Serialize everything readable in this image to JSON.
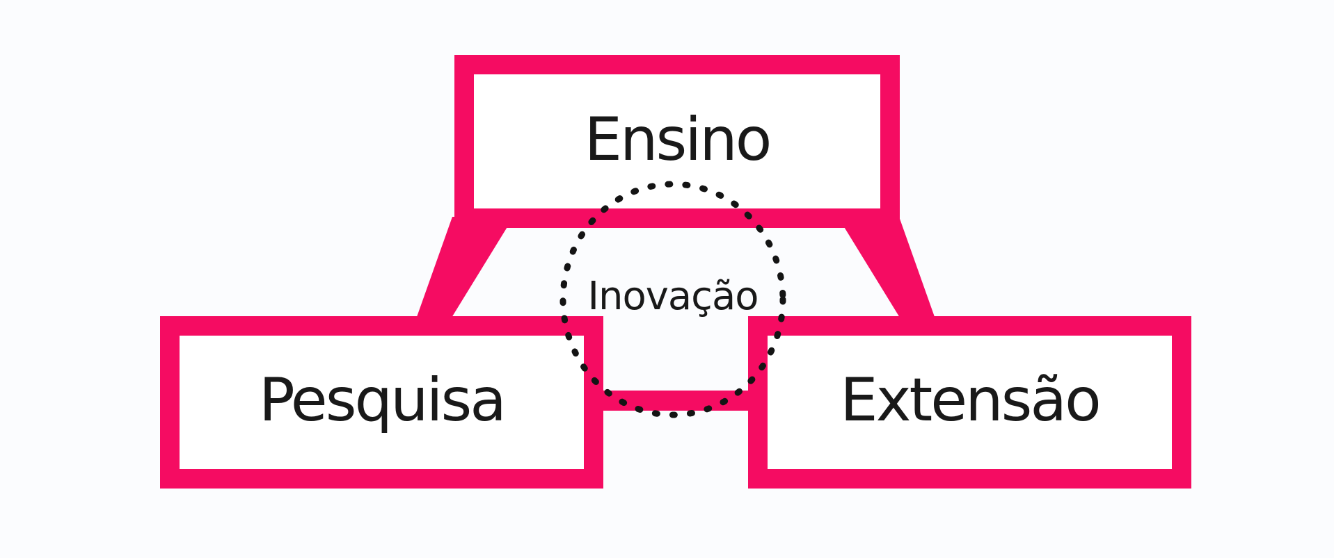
{
  "diagram": {
    "title_none": "",
    "nodes": [
      {
        "id": "ensino",
        "label": "Ensino"
      },
      {
        "id": "pesquisa",
        "label": "Pesquisa"
      },
      {
        "id": "extensao",
        "label": "Extensão"
      }
    ],
    "center": {
      "label": "Inovação"
    },
    "colors": {
      "accent_pink": "#f50c62",
      "box_fill": "#ffffff",
      "background": "#fbfcfe",
      "text": "#191919",
      "dotted_circle": "#141414"
    }
  }
}
